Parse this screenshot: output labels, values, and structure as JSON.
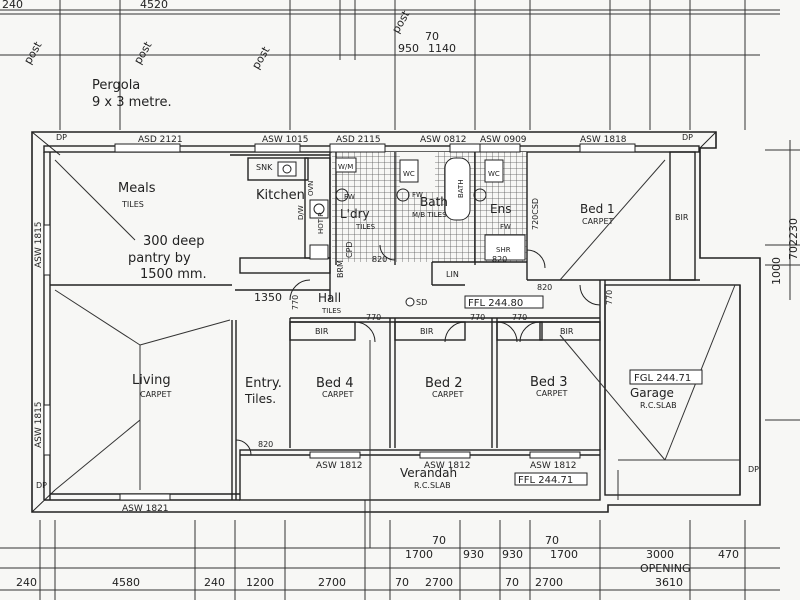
{
  "colors": {
    "ink": "#222222",
    "paper": "#f7f7f5",
    "hatch": "#555555"
  },
  "pergola": {
    "title": "Pergola",
    "size": "9 x 3 metre."
  },
  "posts": [
    "post",
    "post",
    "post",
    "post"
  ],
  "top_dims": {
    "d240": "240",
    "d4520": "4520",
    "d70": "70",
    "d950": "950",
    "d1140": "1140"
  },
  "rooms": {
    "meals": {
      "name": "Meals",
      "floor": "TILES"
    },
    "kitchen": {
      "name": "Kitchen"
    },
    "laundry": {
      "name": "L'dry",
      "floor": "TILES"
    },
    "bath": {
      "name": "Bath",
      "floor": "M/B TILES"
    },
    "ensuite": {
      "name": "Ens"
    },
    "bed1": {
      "name": "Bed 1",
      "floor": "CARPET"
    },
    "hall": {
      "name": "Hall",
      "floor": "TILES"
    },
    "living": {
      "name": "Living",
      "floor": "CARPET"
    },
    "entry": {
      "name": "Entry.",
      "floor": "Tiles."
    },
    "bed4": {
      "name": "Bed 4",
      "floor": "CARPET"
    },
    "bed2": {
      "name": "Bed 2",
      "floor": "CARPET"
    },
    "bed3": {
      "name": "Bed 3",
      "floor": "CARPET"
    },
    "garage": {
      "name": "Garage",
      "floor": "R.C.SLAB"
    },
    "verandah": {
      "name": "Verandah",
      "floor": "R.C.SLAB"
    }
  },
  "pantry_note": [
    "300 deep",
    "pantry by",
    "1500 mm."
  ],
  "windows": {
    "asd2121": "ASD 2121",
    "asw1015": "ASW 1015",
    "asd2115": "ASD 2115",
    "asw0812": "ASW 0812",
    "asw0909": "ASW 0909",
    "asw1818": "ASW 1818",
    "asw1815a": "ASW 1815",
    "asw1815b": "ASW 1815",
    "asw1812a": "ASW 1812",
    "asw1812b": "ASW 1812",
    "asw1812c": "ASW 1812",
    "asw1821": "ASW 1821"
  },
  "fixtures": {
    "snk": "SNK",
    "dw": "D/W",
    "ovn": "OVN",
    "hotp": "HOT P",
    "wm": "W/M",
    "cpd": "CPD",
    "brm": "BRM",
    "fw1": "FW",
    "fw2": "FW",
    "fw3": "FW",
    "wc1": "WC",
    "wc2": "WC",
    "bath": "BATH",
    "shr": "SHR",
    "cd720": "720CSD",
    "lin": "LIN",
    "sd": "SD",
    "dp1": "DP",
    "dp2": "DP",
    "dp3": "DP",
    "dp4": "DP"
  },
  "bir": [
    "BIR",
    "BIR",
    "BIR",
    "BIR"
  ],
  "doors": {
    "d820a": "820",
    "d820b": "820",
    "d820c": "820",
    "d820d": "820",
    "d770a": "770",
    "d770b": "770",
    "d770c": "770",
    "d770d": "770",
    "d770e": "770",
    "d1350": "1350"
  },
  "levels": {
    "ffl1": "FFL 244.80",
    "fgl": "FGL 244.71",
    "ffl2": "FFL 244.71"
  },
  "right_dims": {
    "d1000": "1000",
    "d702230": "702230"
  },
  "bottom_dims_upper": {
    "a": "70",
    "b": "70",
    "c": "1700",
    "d": "930",
    "e": "930",
    "f": "1700",
    "g": "3000",
    "h": "470",
    "opening": "OPENING"
  },
  "bottom_dims_lower": {
    "a": "240",
    "b": "4580",
    "c": "240",
    "d": "1200",
    "e": "2700",
    "f": "70",
    "g": "2700",
    "h": "70",
    "i": "2700",
    "j": "3610"
  }
}
